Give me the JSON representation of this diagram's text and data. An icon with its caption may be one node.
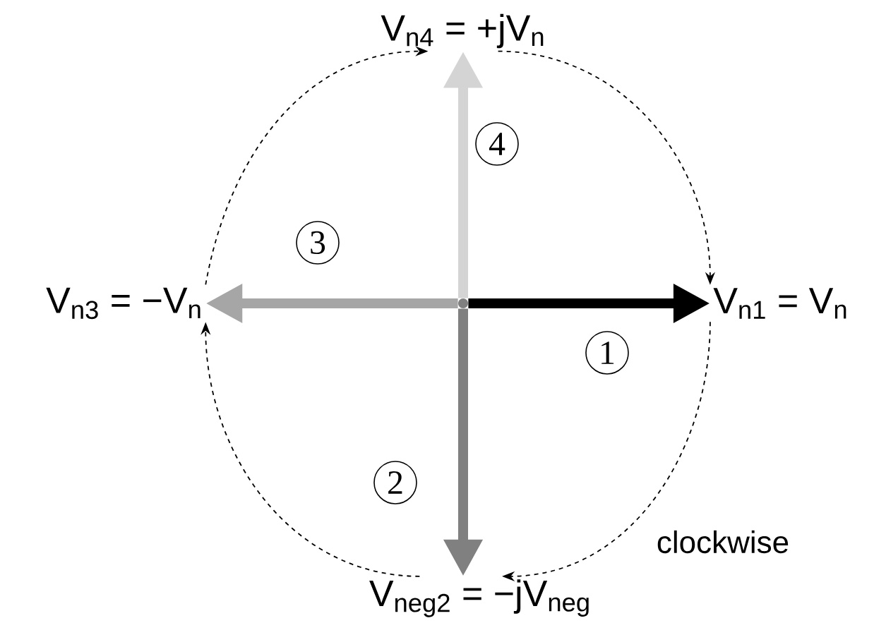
{
  "diagram": {
    "nodes": [
      {
        "text": [],
        "shape": "point"
      },
      {
        "text": [
          "V$_{n4}$ = +jV$_{n}$"
        ]
      },
      {
        "text": [
          "V$_{n3}$ = −V$_{n}$"
        ]
      },
      {
        "text": [
          "V$_{n1}$ = V$_{n}$"
        ]
      },
      {
        "text": [
          "V$_{neg2}$ = −jV$_{neg}$"
        ]
      },
      {
        "text": [
          "4"
        ]
      },
      {
        "text": [
          "3"
        ]
      },
      {
        "text": [
          "1"
        ]
      },
      {
        "text": [
          "2"
        ]
      }
    ],
    "edges": [
      {
        "from": 0,
        "to": 3,
        "arrow": "to",
        "style": "thick",
        "color": "#000000"
      },
      {
        "from": 0,
        "to": 4,
        "arrow": "to",
        "style": "thick",
        "color": "#808080"
      },
      {
        "from": 0,
        "to": 2,
        "arrow": "to",
        "style": "thick",
        "color": "#a6a6a6"
      },
      {
        "from": 0,
        "to": 1,
        "arrow": "to",
        "style": "thick",
        "color": "#d4d4d4"
      },
      {
        "from": 1,
        "to": 3,
        "arrow": "to",
        "style": "dashed"
      },
      {
        "from": 3,
        "to": 4,
        "arrow": "to",
        "style": "dashed"
      },
      {
        "from": 4,
        "to": 2,
        "arrow": "to",
        "style": "dashed"
      },
      {
        "from": 2,
        "to": 1,
        "arrow": "to",
        "style": "dashed"
      }
    ],
    "labels": [
      "clockwise"
    ]
  }
}
